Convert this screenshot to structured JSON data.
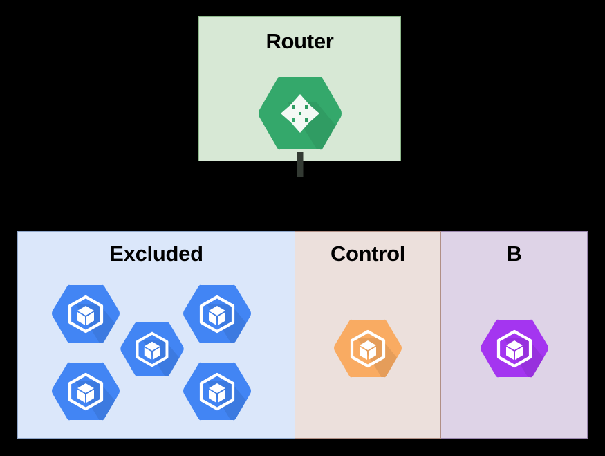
{
  "diagram": {
    "background_color": "#000000",
    "router_group": {
      "title": "Router",
      "box_fill": "#d7e8d5",
      "box_border": "#8fb98c",
      "node": {
        "icon": "router-icon",
        "color": "#34a86b",
        "shadow_color": "#2e9760"
      },
      "connector_color": "#333a33"
    },
    "panels": [
      {
        "id": "excluded",
        "title": "Excluded",
        "fill": "#dbe7fa",
        "border": "#8fa6c9",
        "node_color": "#4285f4",
        "node_shadow": "#3b77dd",
        "node_icon": "container-cube-icon",
        "node_count": 5
      },
      {
        "id": "control",
        "title": "Control",
        "fill": "#ece0dc",
        "border": "#b08f86",
        "node_color": "#f9ab62",
        "node_shadow": "#e2964f",
        "node_icon": "container-cube-icon",
        "node_count": 1
      },
      {
        "id": "b",
        "title": "B",
        "fill": "#ded3e7",
        "border": "#9a86ad",
        "node_color": "#a435f0",
        "node_shadow": "#922cd8",
        "node_icon": "container-cube-icon",
        "node_count": 1
      }
    ]
  }
}
